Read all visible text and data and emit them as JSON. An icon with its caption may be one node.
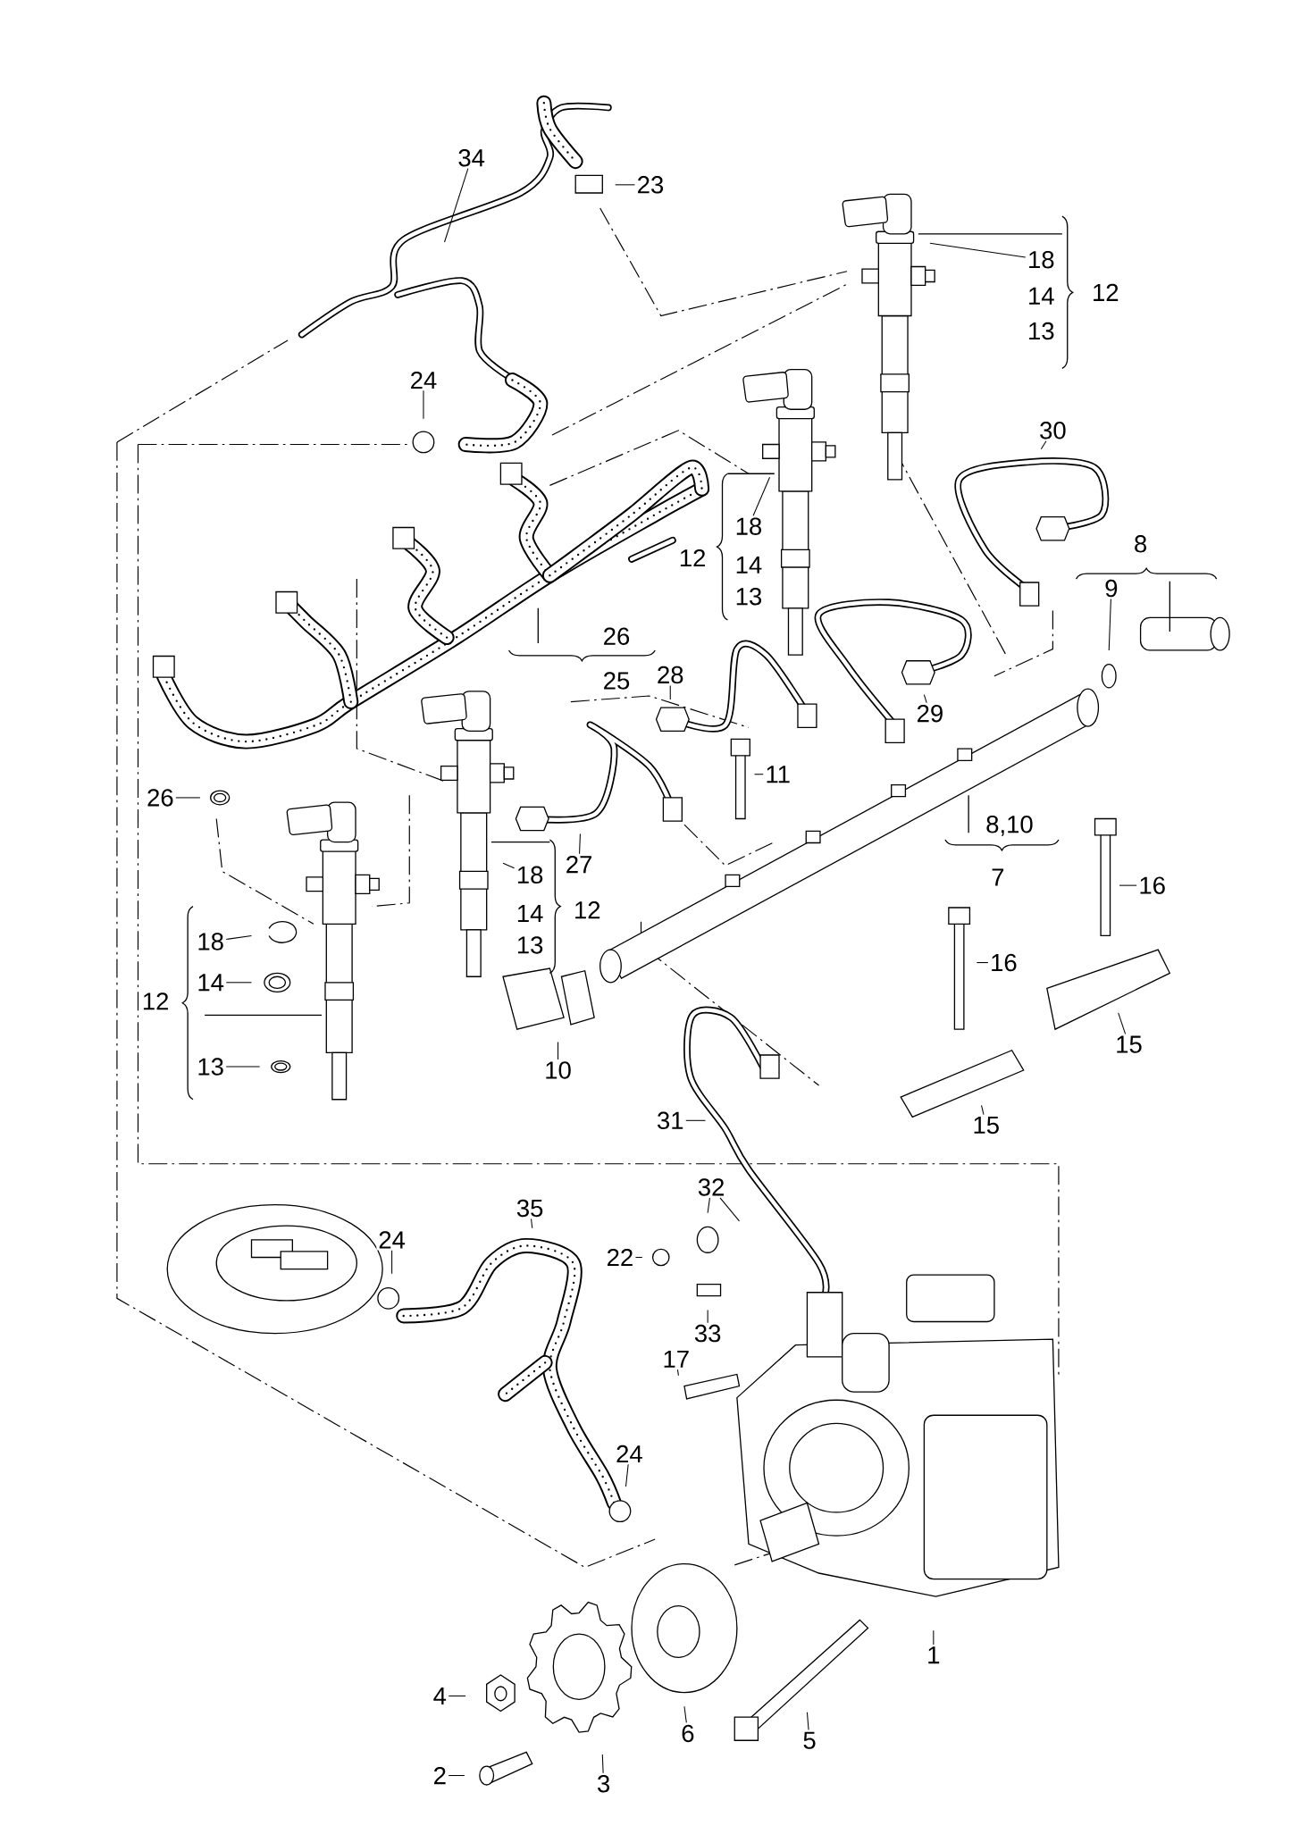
{
  "diagram": {
    "nodes": [
      {
        "text": [
          "34"
        ]
      },
      {
        "text": [
          "23"
        ]
      },
      {
        "text": [
          "18"
        ]
      },
      {
        "text": [
          "24"
        ]
      },
      {
        "text": [
          "30"
        ]
      },
      {
        "text": [
          "9"
        ]
      },
      {
        "text": [
          "18"
        ]
      },
      {
        "text": [
          "28"
        ]
      },
      {
        "text": [
          "29"
        ]
      },
      {
        "text": [
          "11"
        ]
      },
      {
        "text": [
          "16"
        ]
      },
      {
        "text": [
          "26"
        ]
      },
      {
        "text": [
          "27"
        ]
      },
      {
        "text": [
          "18"
        ]
      },
      {
        "text": [
          "16"
        ]
      },
      {
        "text": [
          "18"
        ]
      },
      {
        "text": [
          "14"
        ]
      },
      {
        "text": [
          "15"
        ]
      },
      {
        "text": [
          "13"
        ]
      },
      {
        "text": [
          "10"
        ]
      },
      {
        "text": [
          "15"
        ]
      },
      {
        "text": [
          "31"
        ]
      },
      {
        "text": [
          "32"
        ]
      },
      {
        "text": [
          "22"
        ]
      },
      {
        "text": [
          "24"
        ]
      },
      {
        "text": [
          "35"
        ]
      },
      {
        "text": [
          "33"
        ]
      },
      {
        "text": [
          "17"
        ]
      },
      {
        "text": [
          "24"
        ]
      },
      {
        "text": [
          "1"
        ]
      },
      {
        "text": [
          "4"
        ]
      },
      {
        "text": [
          "6"
        ]
      },
      {
        "text": [
          "5"
        ]
      },
      {
        "text": [
          "2"
        ]
      },
      {
        "text": [
          "3"
        ]
      }
    ],
    "edges": [
      {
        "from": 0,
        "to": null,
        "arrow": "none"
      },
      {
        "from": 1,
        "to": null,
        "arrow": "none"
      },
      {
        "from": 2,
        "to": null,
        "arrow": "none"
      },
      {
        "from": 3,
        "to": null,
        "arrow": "none"
      },
      {
        "from": 4,
        "to": null,
        "arrow": "none"
      },
      {
        "from": 5,
        "to": null,
        "arrow": "none"
      },
      {
        "from": 6,
        "to": null,
        "arrow": "none"
      },
      {
        "from": 7,
        "to": null,
        "arrow": "none"
      },
      {
        "from": 8,
        "to": null,
        "arrow": "none"
      },
      {
        "from": 9,
        "to": null,
        "arrow": "none"
      },
      {
        "from": 10,
        "to": null,
        "arrow": "none"
      },
      {
        "from": 11,
        "to": null,
        "arrow": "none"
      },
      {
        "from": 12,
        "to": null,
        "arrow": "none"
      },
      {
        "from": 13,
        "to": null,
        "arrow": "none"
      },
      {
        "from": 14,
        "to": null,
        "arrow": "none"
      },
      {
        "from": 15,
        "to": null,
        "arrow": "none"
      },
      {
        "from": 16,
        "to": null,
        "arrow": "none"
      },
      {
        "from": 17,
        "to": null,
        "arrow": "none"
      },
      {
        "from": 18,
        "to": null,
        "arrow": "none"
      },
      {
        "from": 19,
        "to": null,
        "arrow": "none"
      },
      {
        "from": 20,
        "to": null,
        "arrow": "none"
      },
      {
        "from": 21,
        "to": null,
        "arrow": "none"
      },
      {
        "from": 22,
        "to": null,
        "arrow": "none"
      },
      {
        "from": 22,
        "to": null,
        "arrow": "none"
      },
      {
        "from": 23,
        "to": null,
        "arrow": "none"
      },
      {
        "from": 24,
        "to": null,
        "arrow": "none"
      },
      {
        "from": 25,
        "to": null,
        "arrow": "none"
      },
      {
        "from": 26,
        "to": null,
        "arrow": "none"
      },
      {
        "from": 27,
        "to": null,
        "arrow": "none"
      },
      {
        "from": 28,
        "to": null,
        "arrow": "none"
      },
      {
        "from": 29,
        "to": null,
        "arrow": "none"
      },
      {
        "from": 30,
        "to": null,
        "arrow": "none"
      },
      {
        "from": 31,
        "to": null,
        "arrow": "none"
      },
      {
        "from": 32,
        "to": null,
        "arrow": "none"
      },
      {
        "from": 33,
        "to": null,
        "arrow": "none"
      },
      {
        "from": 34,
        "to": null,
        "arrow": "none"
      }
    ],
    "labels": [
      "12",
      "14",
      "13",
      "8",
      "12",
      "14",
      "13",
      "26",
      "25",
      "8,10",
      "7",
      "12",
      "14",
      "13",
      "12"
    ]
  }
}
